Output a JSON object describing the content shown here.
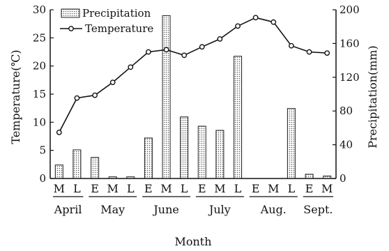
{
  "chart_data": {
    "type": "bar",
    "xlabel": "Month",
    "ylabel_left": "Temperature(℃)",
    "ylabel_right": "Precipitation(mm)",
    "ylim_left": [
      0,
      30
    ],
    "ylim_right": [
      0,
      200
    ],
    "left_ticks": [
      0,
      5,
      10,
      15,
      20,
      25,
      30
    ],
    "right_ticks": [
      0,
      40,
      80,
      120,
      160,
      200
    ],
    "categories": [
      "M",
      "L",
      "E",
      "M",
      "L",
      "E",
      "M",
      "L",
      "E",
      "M",
      "L",
      "E",
      "M",
      "L",
      "E",
      "M"
    ],
    "months": [
      {
        "name": "April",
        "span": 2
      },
      {
        "name": "May",
        "span": 3
      },
      {
        "name": "June",
        "span": 3
      },
      {
        "name": "July",
        "span": 3
      },
      {
        "name": "Aug.",
        "span": 3
      },
      {
        "name": "Sept.",
        "span": 2
      }
    ],
    "series": [
      {
        "name": "Precipitation",
        "kind": "bar",
        "axis": "right",
        "values": [
          16,
          34,
          25,
          2,
          2,
          48,
          193,
          73,
          62,
          57,
          145,
          0,
          0,
          83,
          5,
          3
        ]
      },
      {
        "name": "Temperature",
        "kind": "line",
        "axis": "left",
        "values": [
          8.2,
          14.3,
          14.8,
          17.1,
          19.8,
          22.5,
          22.9,
          21.9,
          23.4,
          24.8,
          27.1,
          28.6,
          27.8,
          23.6,
          22.5,
          22.3
        ]
      }
    ],
    "grid": false,
    "legend_position": "top-left"
  }
}
